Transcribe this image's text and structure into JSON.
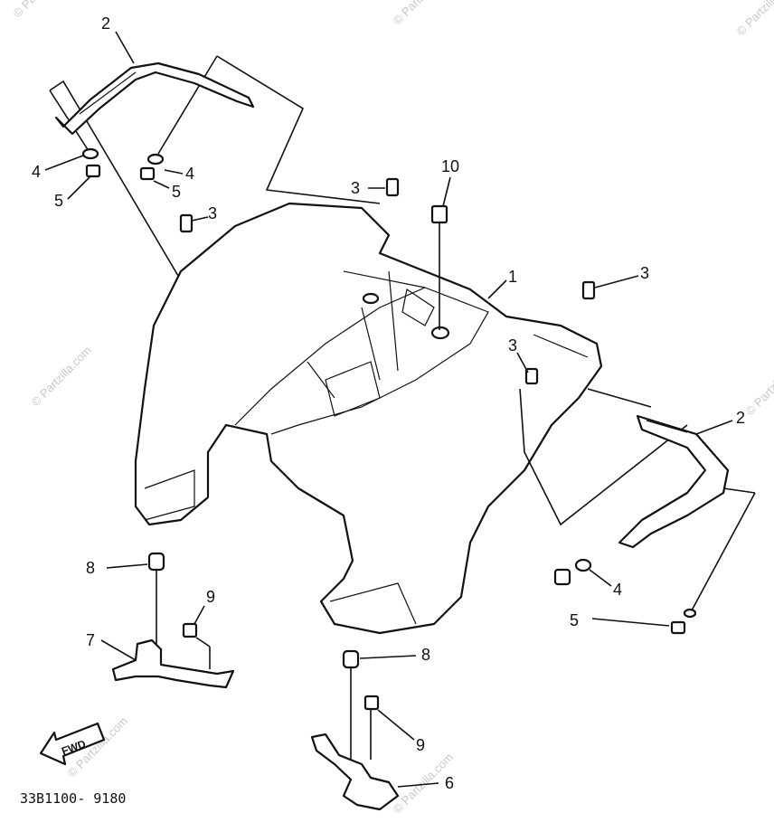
{
  "diagram": {
    "drawing_code": "33B1100- 9180",
    "direction_label": "FWD",
    "watermark": "© Partzilla.com",
    "callouts": {
      "c1": "1",
      "c2_top": "2",
      "c2_right": "2",
      "c3_a": "3",
      "c3_b": "3",
      "c3_c": "3",
      "c3_d": "3",
      "c4_left": "4",
      "c4_mid": "4",
      "c4_right": "4",
      "c5_left": "5",
      "c5_mid": "5",
      "c5_right": "5",
      "c6": "6",
      "c7": "7",
      "c8_left": "8",
      "c8_bottom": "8",
      "c9_left": "9",
      "c9_bottom": "9",
      "c10": "10"
    },
    "colors": {
      "ink": "#111111",
      "watermark": "#c8c8c8",
      "paper": "#ffffff"
    }
  }
}
